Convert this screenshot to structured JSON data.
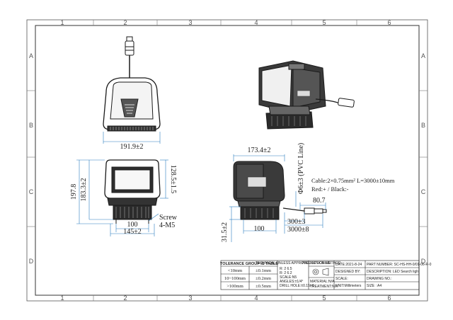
{
  "grid": {
    "columns": [
      "1",
      "2",
      "3",
      "4",
      "5",
      "6"
    ],
    "rows": [
      "A",
      "B",
      "C",
      "D"
    ]
  },
  "front_view": {
    "width_dim": "191.9±2"
  },
  "side_view": {
    "depth_dim": "173.4±2",
    "height_dim": "128.5±1.5",
    "cable_dim": "Φ6±3 (PVC Line)",
    "plug_dim": "80.7",
    "base_dim": "100",
    "plug_len_dim": "300±3",
    "cable_len_dim": "3000±8",
    "base_height_dim": "31.5±2"
  },
  "cable_note": {
    "spec": "Cable:2×0.75mm²  L=3000±10mm",
    "wiring": "Red:+ / Black:-"
  },
  "bottom_view": {
    "total_height_dim": "197.8",
    "head_height_dim": "183.3±2",
    "screw_label": "Screw",
    "screw_spec": "4-M5",
    "inner_dim": "100",
    "outer_dim": "145±2"
  },
  "title_block": {
    "tolerance_table": {
      "header": "TOLERANCE GROUP IS TABLE",
      "rows": [
        {
          "range": "<10mm",
          "tol": "±0.1mm"
        },
        {
          "range": "10~100mm",
          "tol": "±0.2mm"
        },
        {
          "range": ">100mm",
          "tol": "±0.5mm"
        }
      ]
    },
    "tech_header": "TECHNICAL UNLESS APPROVED SPECIFIED",
    "tech_lines": [
      "R: 2 6.5",
      "R: 2 6.2",
      "SCALE:N5",
      "ANGLES:±1/4°",
      "DRILL HOLE:±0.15/-0"
    ],
    "projection_header": "PROJECTION METHOD",
    "material": "MATERIAL:N/A",
    "treatment": "TREATMENT:N/A",
    "date": "DATE:2021-8-24",
    "designed_by": "DESIGNED BY:",
    "scale": "SCALE:",
    "unit": "UNIT:Millimeters",
    "part_number": "PART NUMBER: SC-HS-HH-0/01-06-R-0",
    "description": "DESCRIPTION: LED Search light",
    "drawing_no": "DRAWING NO.:",
    "size": "SIZE : A4"
  }
}
